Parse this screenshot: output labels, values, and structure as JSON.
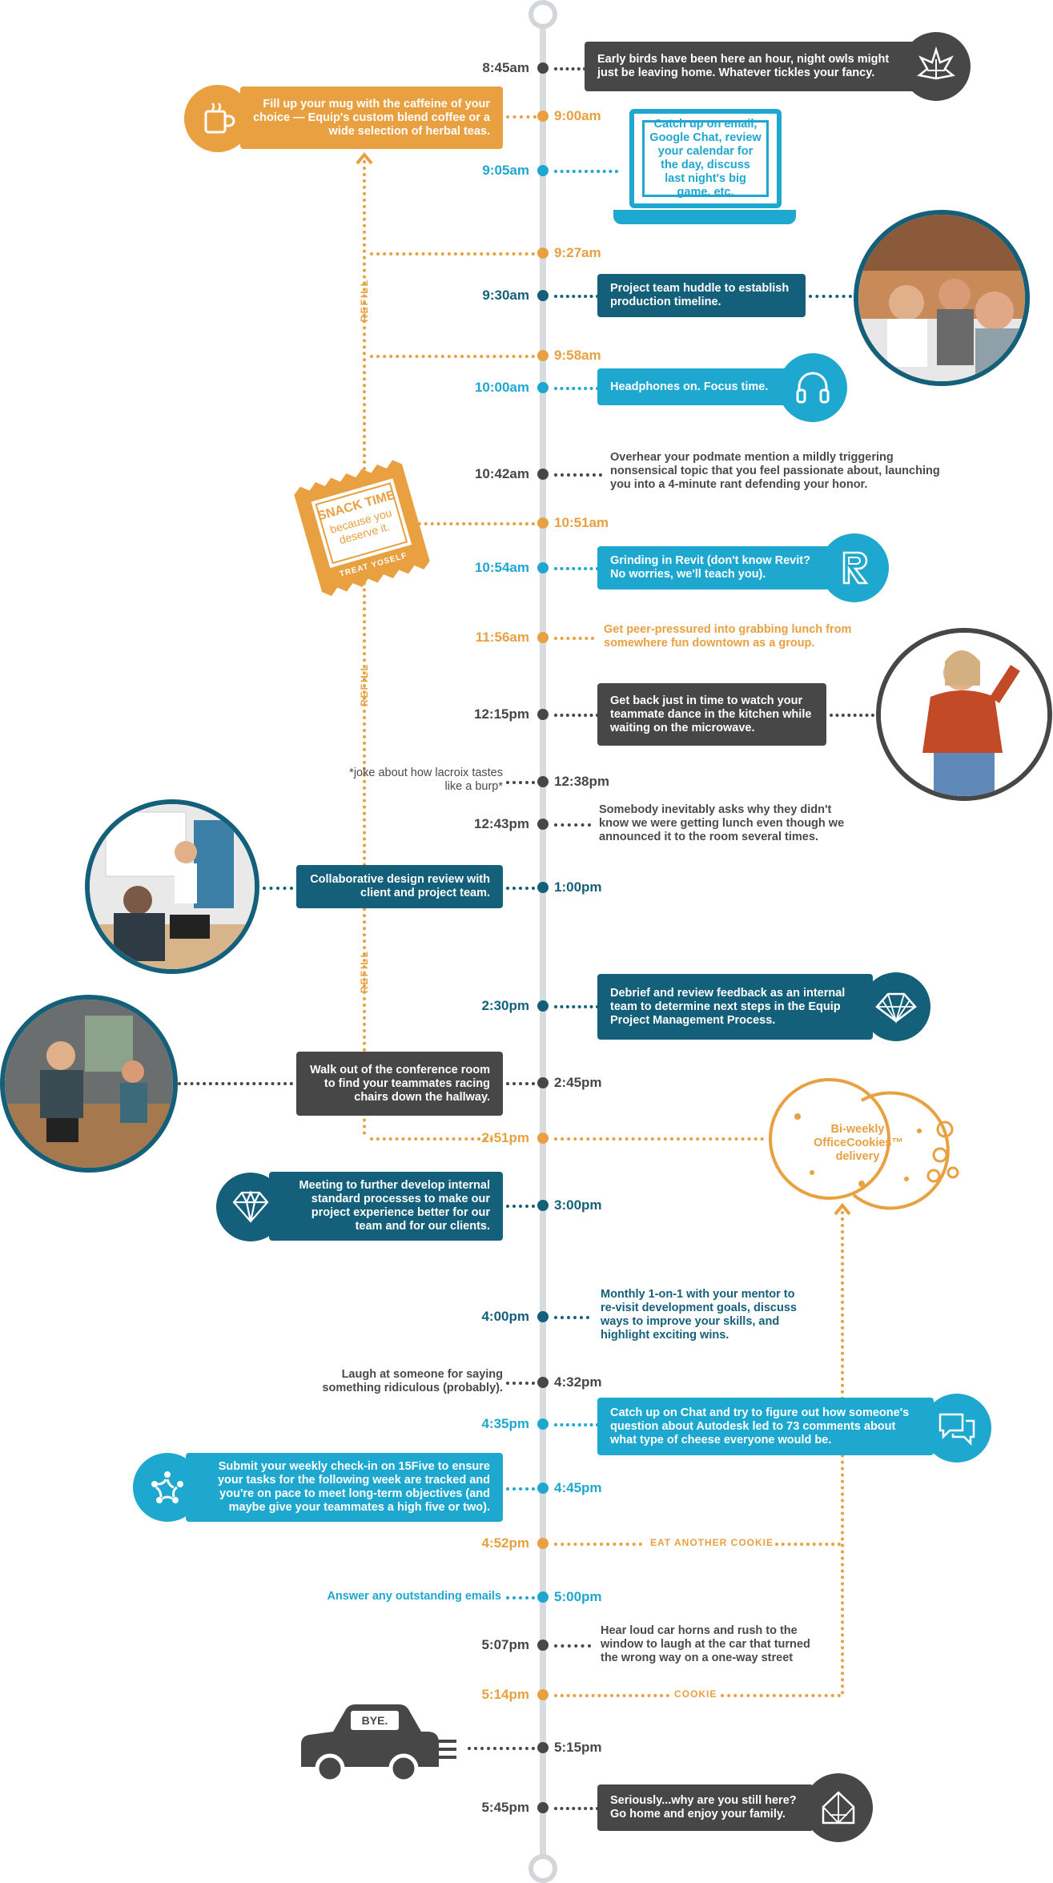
{
  "colors": {
    "dark": "#474747",
    "orange": "#e8a040",
    "cyan": "#1ea7cf",
    "navy": "#145f7a",
    "spine": "#d9dcdf"
  },
  "events": [
    {
      "time": "8:45am",
      "text": "Early birds have been here an hour, night owls might just be leaving home. Whatever tickles your fancy.",
      "icon": "equip-flame-icon"
    },
    {
      "time": "9:00am",
      "text": "Fill up your mug with the caffeine of your choice — Equip's custom blend coffee or a wide selection of herbal teas.",
      "icon": "coffee-mug-icon"
    },
    {
      "time": "9:05am",
      "text": "Catch up on email, Google Chat, review your calendar for the day, discuss last night's big game, etc.",
      "icon": "laptop-icon"
    },
    {
      "time": "9:27am"
    },
    {
      "time": "9:30am",
      "text": "Project team huddle to establish production timeline.",
      "icon": "team-huddle-photo"
    },
    {
      "time": "9:58am"
    },
    {
      "time": "10:00am",
      "text": "Headphones on. Focus time.",
      "icon": "headphones-icon"
    },
    {
      "time": "10:42am",
      "text": "Overhear your podmate mention a mildly triggering nonsensical topic that you feel passionate about, launching you into a 4-minute rant defending your honor."
    },
    {
      "time": "10:51am",
      "snack": {
        "title": "SNACK TIME",
        "sub1": "because you",
        "sub2": "deserve it.",
        "footer": "TREAT YOSELF"
      }
    },
    {
      "time": "10:54am",
      "text": "Grinding in Revit (don't know Revit? No worries, we'll teach you).",
      "icon": "revit-icon"
    },
    {
      "time": "11:56am",
      "text": "Get peer-pressured into grabbing lunch from somewhere fun downtown as a group."
    },
    {
      "time": "12:15pm",
      "text": "Get back just in time to watch your teammate dance in the kitchen while waiting on the microwave.",
      "icon": "dancing-teammate-photo"
    },
    {
      "time": "12:38pm",
      "text": "*joke about how lacroix tastes like a burp*"
    },
    {
      "time": "12:43pm",
      "text": "Somebody inevitably asks why they didn't know we were getting lunch even though we announced it to the room several times."
    },
    {
      "time": "1:00pm",
      "text": "Collaborative design review with client and project team.",
      "icon": "design-review-photo"
    },
    {
      "time": "2:30pm",
      "text": "Debrief and review feedback as an internal team to determine next steps in the Equip Project Management Process.",
      "icon": "diamond-lattice-icon"
    },
    {
      "time": "2:45pm",
      "text": "Walk out of the conference room to find your teammates racing chairs down the hallway.",
      "icon": "chair-race-photo"
    },
    {
      "time": "2:51pm",
      "text": "Bi-weekly OfficeCookies™ delivery",
      "icon": "cookie-icon"
    },
    {
      "time": "3:00pm",
      "text": "Meeting to further develop internal standard processes to make our project experience better for our team and for our clients.",
      "icon": "diamond-icon"
    },
    {
      "time": "4:00pm",
      "text": "Monthly 1-on-1 with your mentor to re-visit development goals, discuss ways to improve your skills, and highlight exciting wins."
    },
    {
      "time": "4:32pm",
      "text": "Laugh at someone for saying something ridiculous (probably)."
    },
    {
      "time": "4:35pm",
      "text": "Catch up on Chat and try to figure out how someone's question about Autodesk led to 73 comments about what type of cheese everyone would be.",
      "icon": "chat-bubbles-icon"
    },
    {
      "time": "4:45pm",
      "text": "Submit your weekly check-in on 15Five to ensure your tasks for the following week are tracked and you're on pace to meet long-term objectives (and maybe give your teammates a high five or two).",
      "icon": "high-five-icon"
    },
    {
      "time": "4:52pm",
      "text": "EAT ANOTHER COOKIE"
    },
    {
      "time": "5:00pm",
      "text": "Answer any outstanding emails"
    },
    {
      "time": "5:07pm",
      "text": "Hear loud car horns and rush to the window to laugh at the car that turned the wrong way on a one-way street"
    },
    {
      "time": "5:14pm",
      "text": "COOKIE"
    },
    {
      "time": "5:15pm",
      "text": "BYE.",
      "icon": "car-icon"
    },
    {
      "time": "5:45pm",
      "text": "Seriously...why are you still here? Go home and enjoy your family.",
      "icon": "house-icon"
    }
  ],
  "refill_label": "REFILL"
}
